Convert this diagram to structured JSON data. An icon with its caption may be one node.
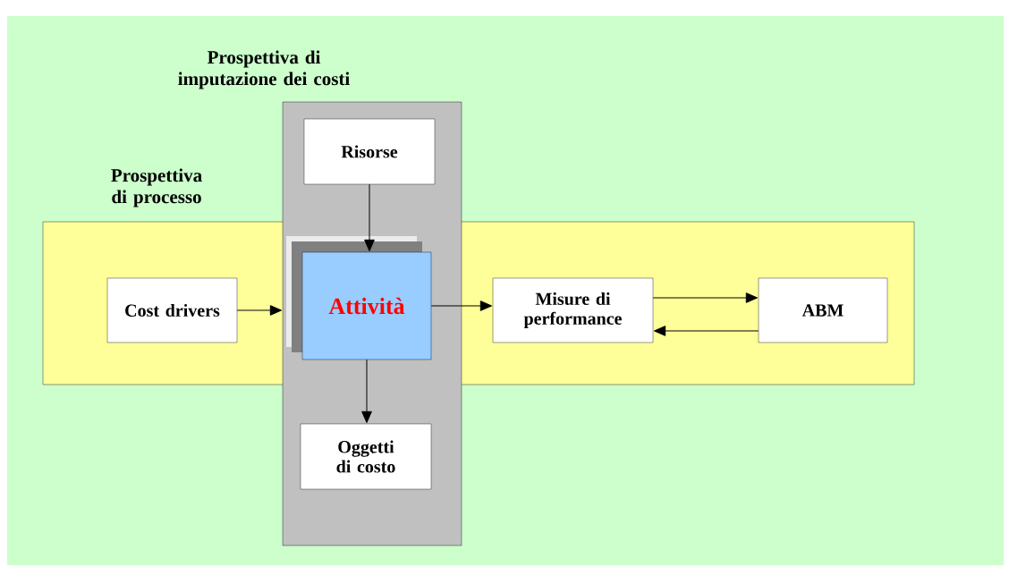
{
  "diagram": {
    "nodes": [
      {
        "text": [
          "Prospettiva di processo"
        ]
      },
      {
        "text": [
          "Prospettiva di imputazione dei costi"
        ]
      },
      {
        "text": [
          "Risorse"
        ],
        "in": 1
      },
      {
        "text": [
          "Cost drivers"
        ],
        "in": 0
      },
      {
        "text": [
          "Attività"
        ]
      },
      {
        "text": [
          "Misure di performance"
        ],
        "in": 0
      },
      {
        "text": [
          "ABM"
        ],
        "in": 0
      },
      {
        "text": [
          "Oggetti di costo"
        ],
        "in": 1
      }
    ],
    "edges": [
      {
        "from": 2,
        "to": 4,
        "arrow": "to"
      },
      {
        "from": 3,
        "to": 1,
        "arrow": "to"
      },
      {
        "from": 4,
        "to": 5,
        "arrow": "to"
      },
      {
        "from": 5,
        "to": 6,
        "arrow": "to"
      },
      {
        "from": 6,
        "to": 5,
        "arrow": "to"
      },
      {
        "from": 4,
        "to": 7,
        "arrow": "to"
      }
    ]
  }
}
